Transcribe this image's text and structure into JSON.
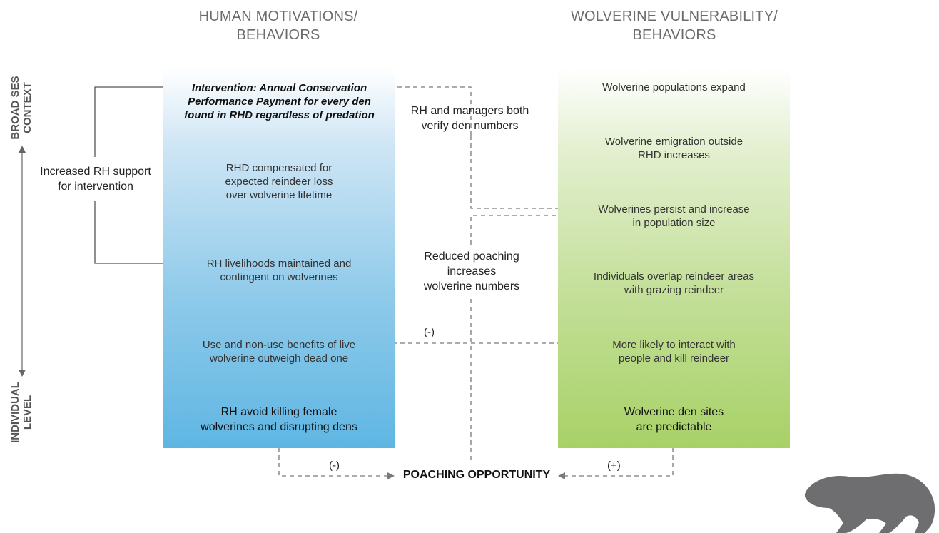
{
  "headers": {
    "human": [
      "HUMAN MOTIVATIONS/",
      "BEHAVIORS"
    ],
    "wolverine": [
      "WOLVERINE VULNERABILITY/",
      "BEHAVIORS"
    ]
  },
  "axis": {
    "top": [
      "BROAD SES",
      "CONTEXT"
    ],
    "bottom": [
      "INDIVIDUAL",
      "LEVEL"
    ]
  },
  "human_nodes": [
    [
      "Intervention: Annual Conservation",
      "Performance Payment for every den",
      "found in RHD regardless of predation"
    ],
    [
      "RHD compensated for",
      "expected reindeer loss",
      "over wolverine lifetime"
    ],
    [
      "RH livelihoods maintained and",
      "contingent on wolverines"
    ],
    [
      "Use and non-use benefits of live",
      "wolverine outweigh dead one"
    ],
    [
      "RH avoid killing female",
      "wolverines and disrupting dens"
    ]
  ],
  "wolverine_nodes": [
    [
      "Wolverine populations expand"
    ],
    [
      "Wolverine emigration outside",
      "RHD increases"
    ],
    [
      "Wolverines persist and increase",
      "in population size"
    ],
    [
      "Individuals overlap reindeer areas",
      "with grazing reindeer"
    ],
    [
      "More likely to interact with",
      "people and kill reindeer"
    ],
    [
      "Wolverine den sites",
      "are predictable"
    ]
  ],
  "middle": {
    "verify": [
      "RH and managers both",
      "verify den numbers"
    ],
    "reduced": [
      "Reduced poaching",
      "increases",
      "wolverine numbers"
    ],
    "support": [
      "Increased RH support",
      "for intervention"
    ]
  },
  "signs": {
    "interact_minus": "(-)",
    "human_minus": "(-)",
    "wolf_plus": "(+)"
  },
  "poaching": "POACHING OPPORTUNITY",
  "colors": {
    "arrow_solid": "#555555",
    "arrow_dashed": "#7a7a7a",
    "silhouette": "#6e6e70"
  }
}
